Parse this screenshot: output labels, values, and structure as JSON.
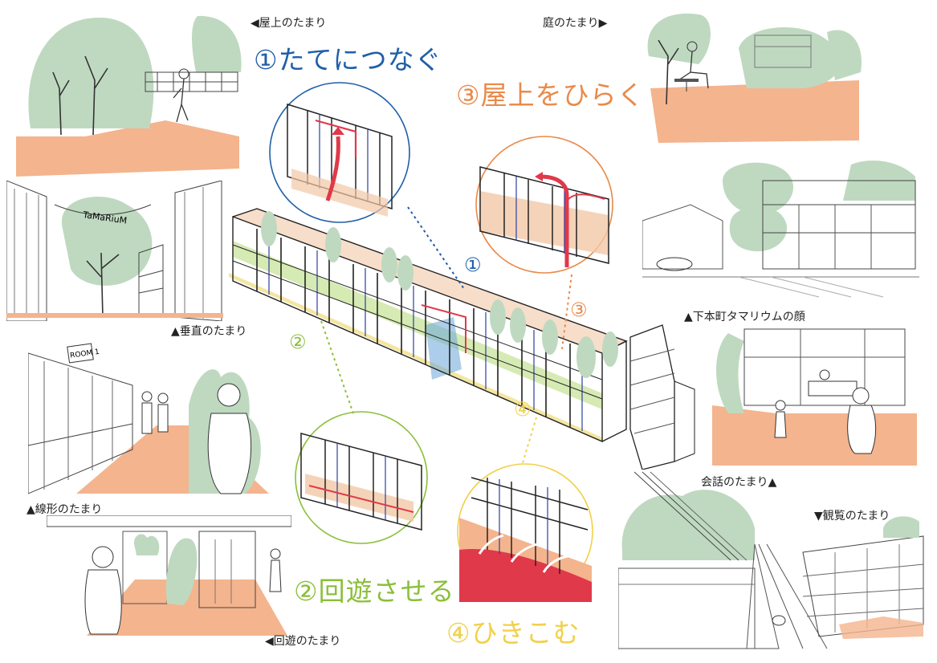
{
  "colors": {
    "blue": "#1f5fa8",
    "orange": "#e98a4a",
    "green": "#8bbf3a",
    "yellow": "#f2d04a",
    "red": "#e0394a",
    "tree": "#bfd9c0",
    "ground": "#f4b48e"
  },
  "concepts": {
    "c1": "①たてにつなぐ",
    "c2": "②回遊させる",
    "c3": "③屋上をひらく",
    "c4": "④ひきこむ"
  },
  "markers": {
    "m1": "①",
    "m2": "②",
    "m3": "③",
    "m4": "④"
  },
  "labels": {
    "rooftop": "◀屋上のたまり",
    "garden": "庭のたまり▶",
    "vertical": "▲垂直のたまり",
    "face": "▲下本町タマリウムの顔",
    "linear": "▲線形のたまり",
    "conversation": "会話のたまり▲",
    "viewing": "▼観覧のたまり",
    "loop": "◀回遊のたまり"
  },
  "signs": {
    "banner": "TaMaRiuM",
    "room": "ROOM 1"
  }
}
